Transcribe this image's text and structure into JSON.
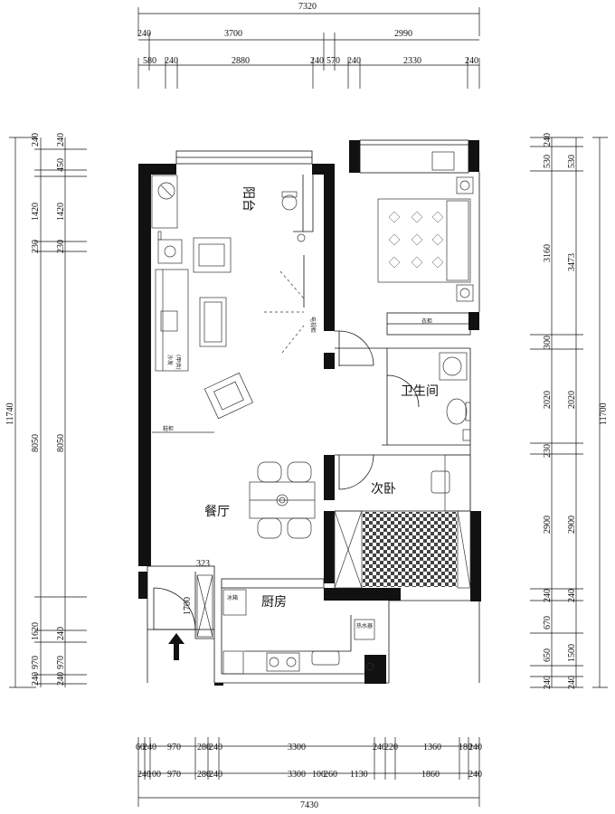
{
  "top_dims": {
    "overall": "7320",
    "row2": [
      "240",
      "3700",
      "2990"
    ],
    "row3": [
      "580",
      "240",
      "2880",
      "240",
      "570",
      "240",
      "2330",
      "240"
    ]
  },
  "left_dims": {
    "overall": "11740",
    "outer": [
      "240",
      "1420",
      "230",
      "8050",
      "1620",
      "970",
      "240"
    ],
    "inner": [
      "240",
      "450",
      "1420",
      "230",
      "8050",
      "240",
      "970",
      "240"
    ]
  },
  "right_dims": {
    "overall": "11700",
    "inner": [
      "240",
      "530",
      "3160",
      "300",
      "2020",
      "230",
      "2900",
      "240",
      "670",
      "650",
      "240"
    ],
    "outer": [
      "530",
      "3473",
      "2020",
      "2900",
      "240",
      "1500",
      "240"
    ]
  },
  "bottom_dims": {
    "overall": "7430",
    "row1": [
      "60",
      "240",
      "970",
      "280",
      "240",
      "3300",
      "240",
      "220",
      "1360",
      "180",
      "240"
    ],
    "row2": [
      "240",
      "100",
      "970",
      "280",
      "240",
      "3300",
      "100",
      "260",
      "1130",
      "1860",
      "240"
    ]
  },
  "rooms": {
    "balcony": "阳台",
    "bathroom": "卫生间",
    "second_bedroom": "次卧",
    "dining": "餐厅",
    "kitchen": "厨房"
  },
  "furniture_labels": {
    "sofa": [
      "沙发",
      "(甲供)"
    ],
    "tv_wall": "电视柜",
    "wardrobe": "衣柜",
    "fridge": "冰箱",
    "water_heater": "热水器",
    "cabinet": "鞋柜"
  },
  "annotations": {
    "door_width": "323",
    "entry_depth": "1700"
  }
}
